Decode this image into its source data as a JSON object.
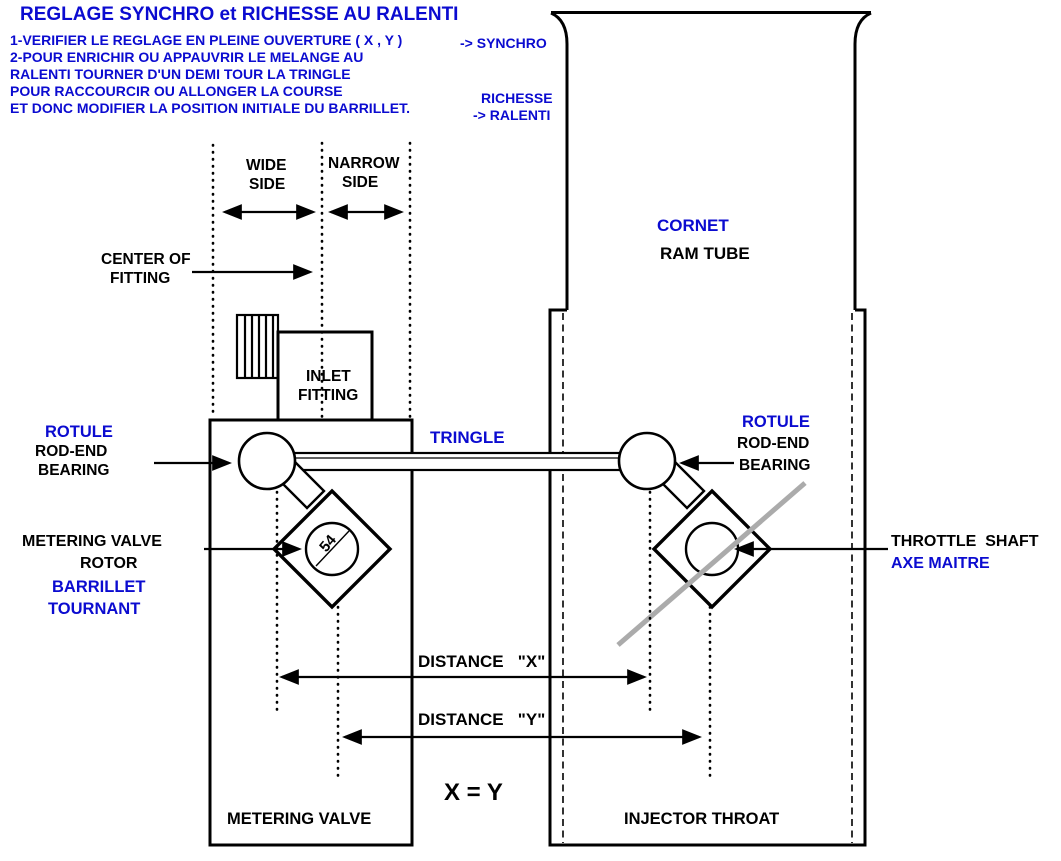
{
  "colors": {
    "accent_blue": "#0b0bd0",
    "line_black": "#000000",
    "shaft_gray": "#ababab"
  },
  "header": {
    "title": "REGLAGE SYNCHRO et RICHESSE AU RALENTI",
    "instructions": [
      "1-VERIFIER LE REGLAGE EN PLEINE OUVERTURE ( X , Y )",
      "2-POUR ENRICHIR OU APPAUVRIR LE MELANGE AU",
      "RALENTI TOURNER D'UN DEMI TOUR LA TRINGLE",
      "POUR RACCOURCIR OU ALLONGER LA COURSE",
      "ET DONC MODIFIER LA POSITION INITIALE DU BARRILLET."
    ],
    "synchro_note": "-> SYNCHRO",
    "richesse_note": "RICHESSE",
    "ralenti_note": "-> RALENTI"
  },
  "diagram": {
    "wide_side_line1": "WIDE",
    "wide_side_line2": "SIDE",
    "narrow_side_line1": "NARROW",
    "narrow_side_line2": "SIDE",
    "center_of_fitting_line1": "CENTER OF",
    "center_of_fitting_line2": "FITTING",
    "cornet": "CORNET",
    "ram_tube": "RAM TUBE",
    "inlet_fitting_line1": "INLET",
    "inlet_fitting_line2": "FITTING",
    "tringle": "TRINGLE",
    "left_bearing": {
      "rotule": "ROTULE",
      "rod_end": "ROD-END",
      "bearing": "BEARING"
    },
    "right_bearing": {
      "rotule": "ROTULE",
      "rod_end": "ROD-END",
      "bearing": "BEARING"
    },
    "rotor_label": {
      "line1": "METERING VALVE",
      "line2": "ROTOR",
      "line3": "BARRILLET",
      "line4": "TOURNANT"
    },
    "throttle": {
      "line1": "THROTTLE  SHAFT",
      "line2": "AXE MAITRE"
    },
    "distance_x": "DISTANCE   \"X\"",
    "distance_y": "DISTANCE   \"Y\"",
    "x_equals_y": "X = Y",
    "metering_valve_caption": "METERING VALVE",
    "injector_throat_caption": "INJECTOR THROAT",
    "rotor_number": "54"
  }
}
